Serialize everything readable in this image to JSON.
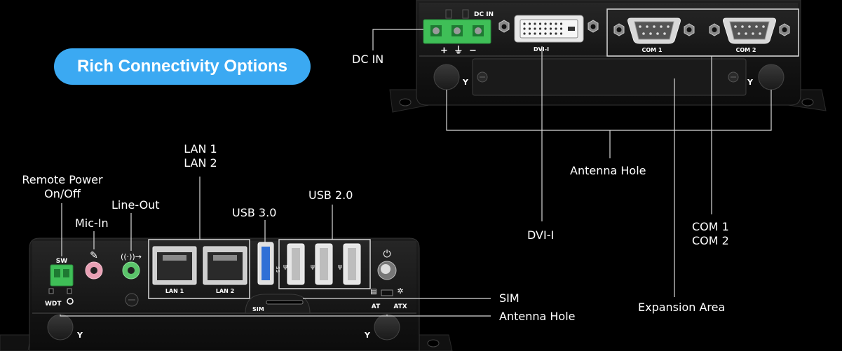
{
  "headline": "Rich Connectivity Options",
  "top_device": {
    "panel_labels": {
      "dc_in": "DC IN",
      "dc_pins": "+ ⏚ −",
      "dvi": "DVI-I",
      "com1": "COM 1",
      "com2": "COM 2"
    },
    "callouts": {
      "dc_in": "DC IN",
      "antenna_hole": "Antenna Hole",
      "dvi": "DVI-I",
      "com_line1": "COM 1",
      "com_line2": "COM 2",
      "expansion_area": "Expansion Area"
    }
  },
  "bottom_device": {
    "panel_labels": {
      "sw": "SW",
      "wdt": "WDT",
      "lan1": "LAN 1",
      "lan2": "LAN 2",
      "sim": "SIM",
      "at": "AT",
      "atx": "ATX",
      "ss": "SS"
    },
    "callouts": {
      "remote_line1": "Remote Power",
      "remote_line2": "On/Off",
      "mic_in": "Mic-In",
      "line_out": "Line-Out",
      "lan_line1": "LAN 1",
      "lan_line2": "LAN 2",
      "usb3": "USB 3.0",
      "usb2": "USB 2.0",
      "sim": "SIM",
      "antenna_hole": "Antenna Hole"
    }
  },
  "colors": {
    "background": "#000000",
    "pill": "#3ba9f2",
    "terminal_green": "#3fbf57",
    "mic_pink": "#e8a0b4",
    "lineout_green": "#5bc46a",
    "usb3_blue": "#2f6fd6",
    "chassis": "#161616"
  }
}
